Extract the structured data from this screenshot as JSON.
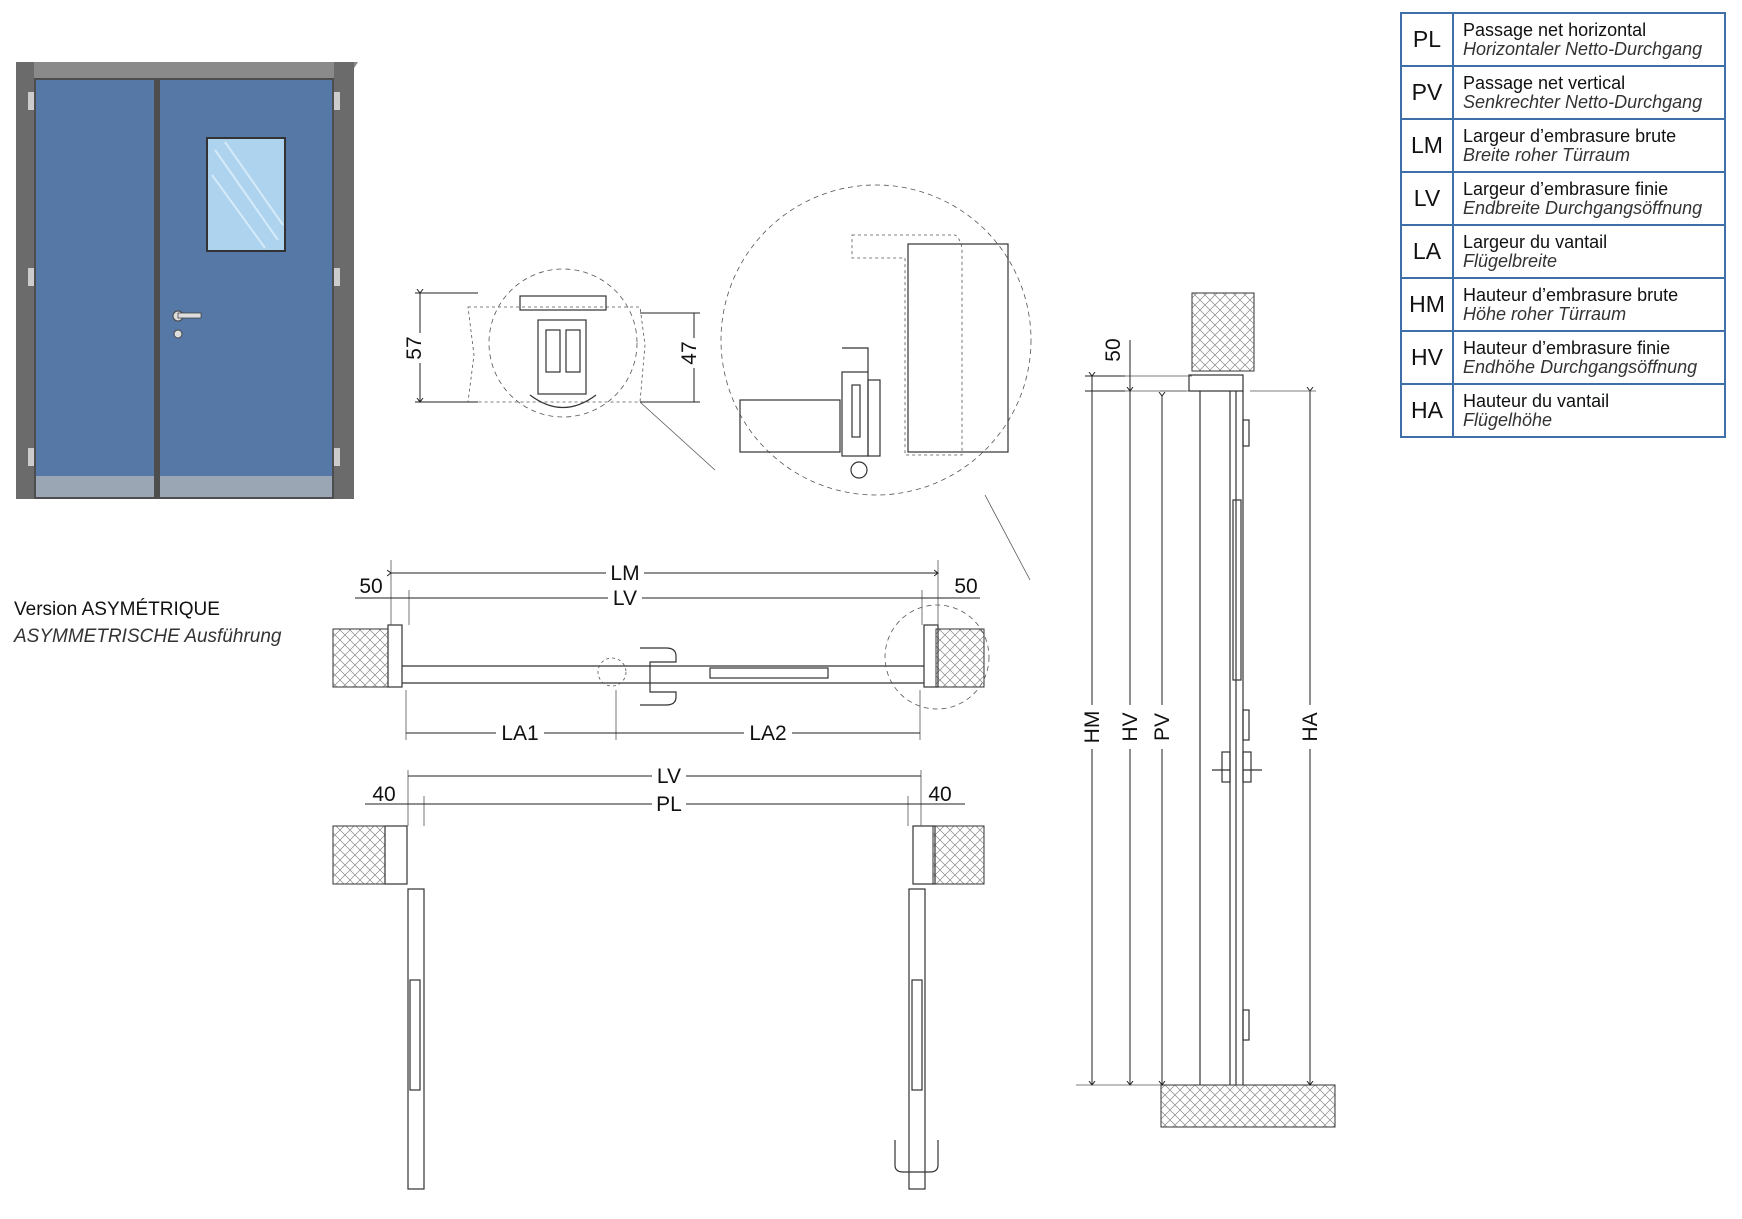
{
  "legend": [
    {
      "code": "PL",
      "fr": "Passage net horizontal",
      "de": "Horizontaler Netto-Durchgang"
    },
    {
      "code": "PV",
      "fr": "Passage net vertical",
      "de": "Senkrechter Netto-Durchgang"
    },
    {
      "code": "LM",
      "fr": "Largeur d’embrasure brute",
      "de": "Breite roher Türraum"
    },
    {
      "code": "LV",
      "fr": "Largeur d’embrasure finie",
      "de": "Endbreite Durchgangsöffnung"
    },
    {
      "code": "LA",
      "fr": "Largeur du vantail",
      "de": "Flügelbreite"
    },
    {
      "code": "HM",
      "fr": "Hauteur d’embrasure brute",
      "de": "Höhe roher Türraum"
    },
    {
      "code": "HV",
      "fr": "Hauteur d’embrasure finie",
      "de": "Endhöhe Durchgangsöffnung"
    },
    {
      "code": "HA",
      "fr": "Hauteur du vantail",
      "de": "Flügelhöhe"
    }
  ],
  "version": {
    "fr": "Version ASYMÉTRIQUE",
    "de": "ASYMMETRISCHE Ausführung"
  },
  "dimensions": {
    "detail_57": "57",
    "detail_47": "47",
    "plan_LM": "LM",
    "plan_LV": "LV",
    "plan_left_50": "50",
    "plan_right_50": "50",
    "plan_LA1": "LA1",
    "plan_LA2": "LA2",
    "open_LV": "LV",
    "open_PL": "PL",
    "open_left_40": "40",
    "open_right_40": "40",
    "section_50": "50",
    "section_HM": "HM",
    "section_HV": "HV",
    "section_PV": "PV",
    "section_HA": "HA"
  },
  "colors": {
    "door_leaf": "#5578a6",
    "frame": "#6b6b6b",
    "glass": "#aed3ef",
    "legend_border": "#3f6fa8"
  }
}
